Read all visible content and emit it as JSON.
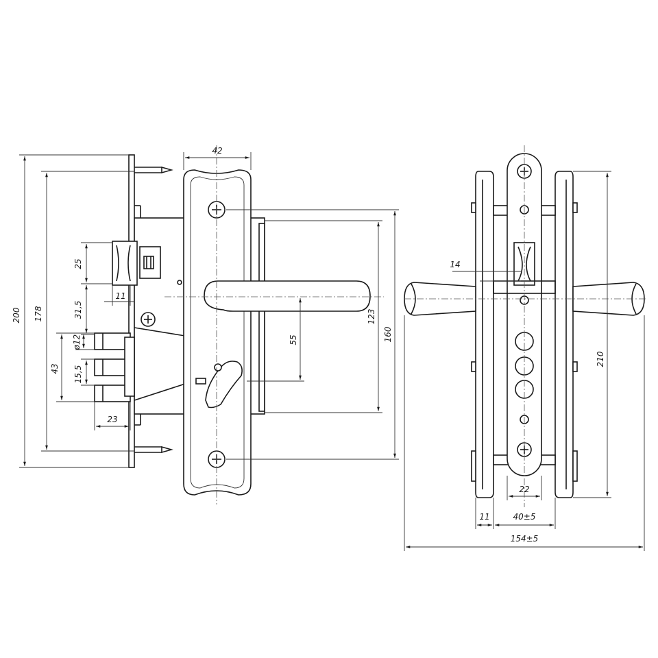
{
  "dimensions": {
    "overall_plate_height": "200",
    "mortise_faceplate_height": "178",
    "latch_height": "25",
    "latch_depth": "11",
    "latch_to_bolt": "31,5",
    "bolt_diameter": "ø12",
    "bolt_span": "43",
    "bolt_spacing": "15,5",
    "bolt_throw": "23",
    "handle_plate_width": "42",
    "spindle_to_cylinder": "55",
    "handle_spacing": "123",
    "screw_spacing": "160",
    "spindle_square": "14",
    "side_plate_height": "210",
    "faceplate_width": "22",
    "rose_thickness": "11",
    "door_thickness": "40±5",
    "handle_overall_width": "154±5"
  }
}
